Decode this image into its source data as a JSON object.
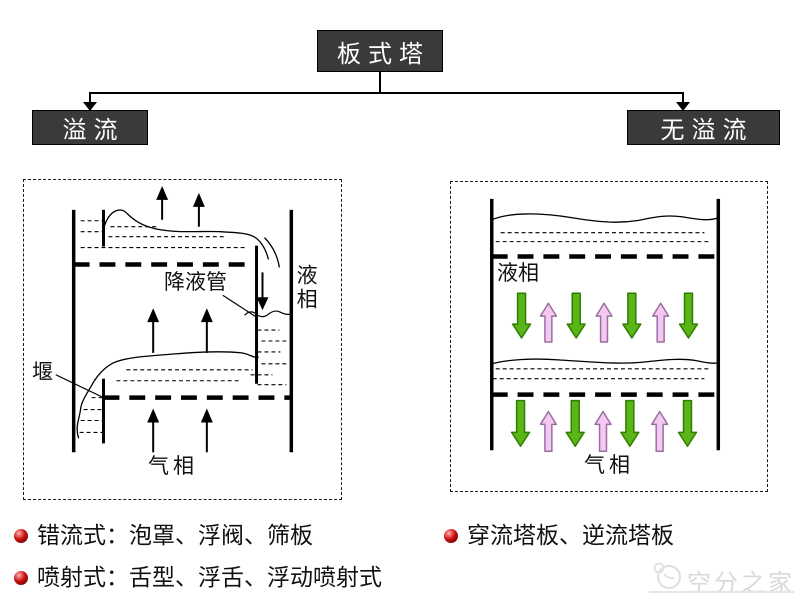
{
  "tree": {
    "root_label": "板式塔",
    "children": [
      {
        "label": "溢流"
      },
      {
        "label": "无溢流"
      }
    ]
  },
  "left_panel": {
    "labels": {
      "downcomer": "降液管",
      "liquid_phase": "液相",
      "weir": "堰",
      "gas_phase": "气相"
    }
  },
  "right_panel": {
    "labels": {
      "liquid_phase": "液相",
      "gas_phase": "气相"
    },
    "arrow_rows": [
      {
        "down_x": [
          71,
          126,
          182,
          239
        ],
        "down_y": [
          112,
          157
        ],
        "up_x": [
          98,
          154,
          211
        ],
        "up_y": [
          122,
          161
        ]
      },
      {
        "down_x": [
          70,
          125,
          180,
          238
        ],
        "down_y": [
          220,
          266
        ],
        "up_x": [
          98,
          153,
          210
        ],
        "up_y": [
          231,
          271
        ]
      }
    ]
  },
  "notes": [
    {
      "text": "错流式：泡罩、浮阀、筛板"
    },
    {
      "text": "喷射式：舌型、浮舌、浮动喷射式"
    },
    {
      "text": "穿流塔板、逆流塔板"
    }
  ],
  "watermark": {
    "text": "空分之家"
  },
  "colors": {
    "node_box_bg": "#3a3a3a",
    "node_box_text": "#ffffff",
    "down_arrow_fill": "#5cb516",
    "down_arrow_stroke": "#2e7d00",
    "up_arrow_fill": "#f3c9f1",
    "up_arrow_stroke": "#9a6fa0",
    "bullet_red": "#cc1111",
    "watermark_gray": "#d9d9d9"
  }
}
